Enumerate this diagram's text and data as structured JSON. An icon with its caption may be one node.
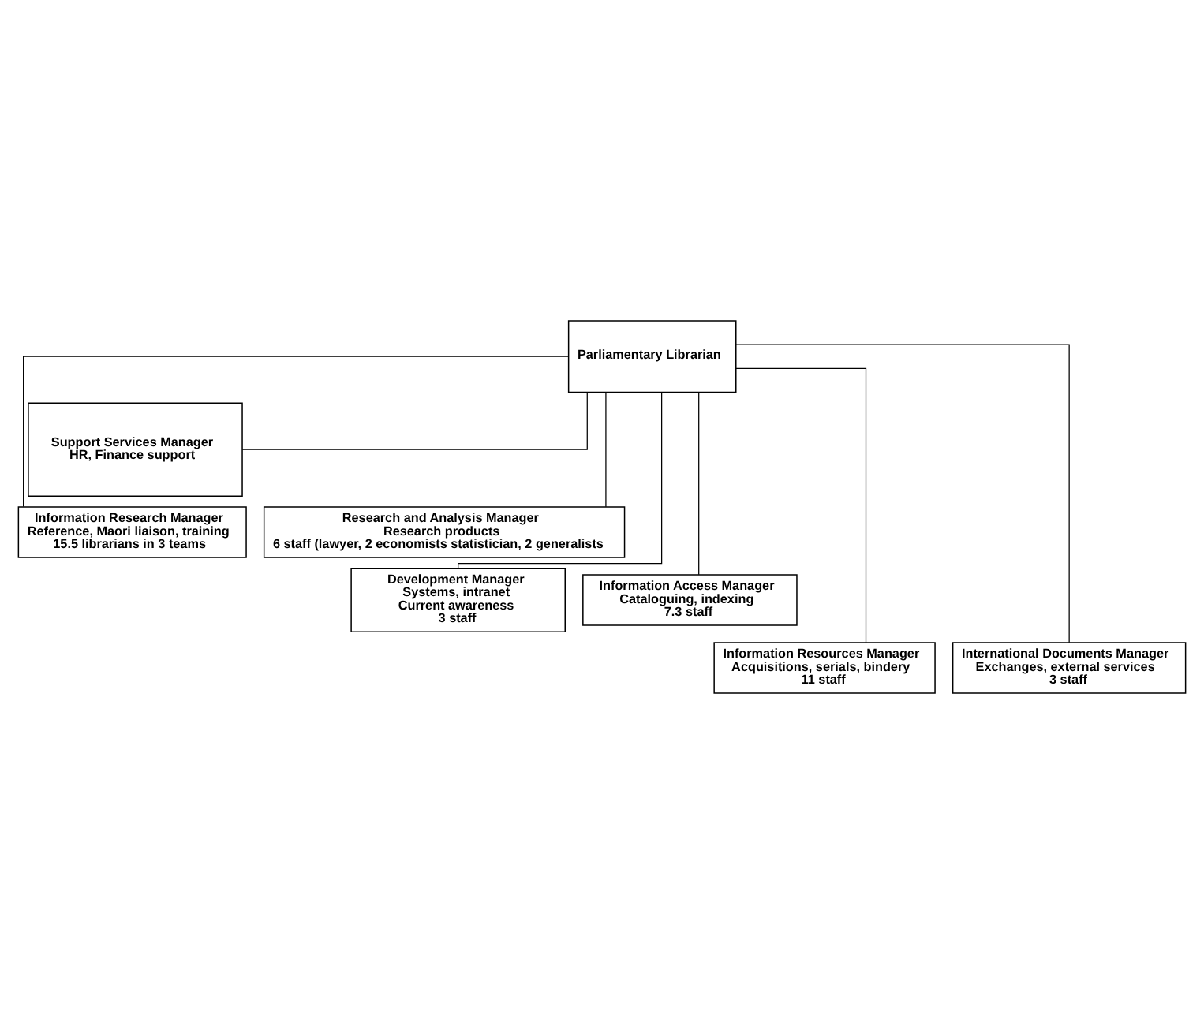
{
  "diagram": {
    "nodes": [
      {
        "text": [
          "Parliamentary Librarian"
        ]
      },
      {
        "text": [
          "Support Services Manager",
          "HR, Finance support"
        ]
      },
      {
        "text": [
          "Information Research Manager",
          "Reference, Maori liaison, training",
          "15.5 librarians in 3 teams"
        ]
      },
      {
        "text": [
          "Research and Analysis Manager",
          "Research products",
          "6 staff (lawyer, 2 economists statistician, 2 generalists"
        ]
      },
      {
        "text": [
          "Development Manager",
          "Systems, intranet",
          "Current awareness",
          "3 staff"
        ]
      },
      {
        "text": [
          "Information Access Manager",
          "Cataloguing, indexing",
          "7.3 staff"
        ]
      },
      {
        "text": [
          "Information Resources Manager",
          "Acquisitions, serials, bindery",
          "11 staff"
        ]
      },
      {
        "text": [
          "International Documents Manager",
          "Exchanges, external services",
          "3 staff"
        ]
      }
    ],
    "edges": [
      {
        "from": 0,
        "to": 1,
        "arrow": "none"
      },
      {
        "from": 0,
        "to": 2,
        "arrow": "none"
      },
      {
        "from": 0,
        "to": 3,
        "arrow": "none"
      },
      {
        "from": 0,
        "to": 4,
        "arrow": "none"
      },
      {
        "from": 0,
        "to": 5,
        "arrow": "none"
      },
      {
        "from": 0,
        "to": 6,
        "arrow": "none"
      },
      {
        "from": 0,
        "to": 7,
        "arrow": "none"
      }
    ]
  }
}
